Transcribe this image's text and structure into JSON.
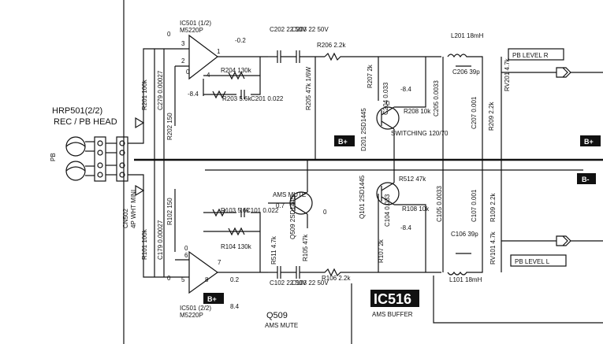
{
  "head": {
    "title": "HRP501(2/2)",
    "subtitle": "REC / PB HEAD",
    "pb": "PB"
  },
  "connector": {
    "ref": "CN502",
    "desc": "4P WHT MINI"
  },
  "ic501a": {
    "ref": "IC501 (1/2)",
    "part": "M5220P",
    "pin3": "3",
    "pin2": "2",
    "pin1": "1",
    "pin4": "4",
    "v_in": "0",
    "v_neg": "0",
    "v_out": "-0.2",
    "v_neg2": "-8.4"
  },
  "ic501b": {
    "ref": "IC501 (2/2)",
    "part": "M5220P",
    "pin6": "6",
    "pin5": "5",
    "pin7": "7",
    "pin8": "8",
    "v_in": "0",
    "v_neg": "0",
    "v_out": "0.2",
    "v_pos": "8.4"
  },
  "upper": {
    "r201": "R201 100k",
    "c279": "C279 0.00027",
    "r202": "R202 150",
    "r204": "R204 130k",
    "r203": "R203 5.6k",
    "c201": "C201 0.022",
    "c202": "C202 22 50V",
    "c203": "C203 22 50V",
    "r206": "R206 2.2k",
    "r205": "R205 47k 1/6W",
    "r207": "R207 2k",
    "c204": "C204 0.033",
    "d201": "D201 2SD1445",
    "r208": "R208 10k",
    "switching": "SWITCHING 120/70",
    "c205": "C205 0.0033",
    "l201": "L201 18mH",
    "c206": "C206 39p",
    "c207": "C207 0.001",
    "r209": "R209 2.2k",
    "rv201": "RV201 4.7k",
    "v_q": "-8.4",
    "v_zero": "0"
  },
  "lower": {
    "r101": "R101 100k",
    "c179": "C179 0.00027",
    "r102": "R102 150",
    "r103": "R103 5.6k",
    "c101": "C101 0.022",
    "r104": "R104 130k",
    "ams_mute": "AMS MUTE",
    "q509": "Q509 2SD1445",
    "v_ams": "0.7",
    "r511": "R511 4.7k",
    "r105": "R105 47k",
    "c102": "C102 22 50V",
    "c103": "C103 22 50V",
    "r106": "R106 2.2k",
    "q101": "Q101 2SD1445",
    "r512": "R512 47k",
    "r108": "R108 10k",
    "c104": "C104 0.033",
    "r107": "R107 2k",
    "c105": "C105 0.0033",
    "c106": "C106 39p",
    "c107": "C107 0.001",
    "l101": "L101 18mH",
    "r109": "R109 2.2k",
    "rv101": "RV101 4.7k",
    "v_q": "-8.4",
    "v_zero": "0"
  },
  "rails": {
    "bplus_mid": "B+",
    "bplus_right": "B+",
    "bminus": "B-",
    "bplus_bottom": "B+"
  },
  "outputs": {
    "pb_level_r": "PB LEVEL R",
    "pb_level_l": "PB LEVEL L"
  },
  "footer": {
    "q509_title": "Q509",
    "q509_sub": "AMS MUTE",
    "ic516_title": "IC516",
    "ic516_sub": "AMS BUFFER"
  }
}
